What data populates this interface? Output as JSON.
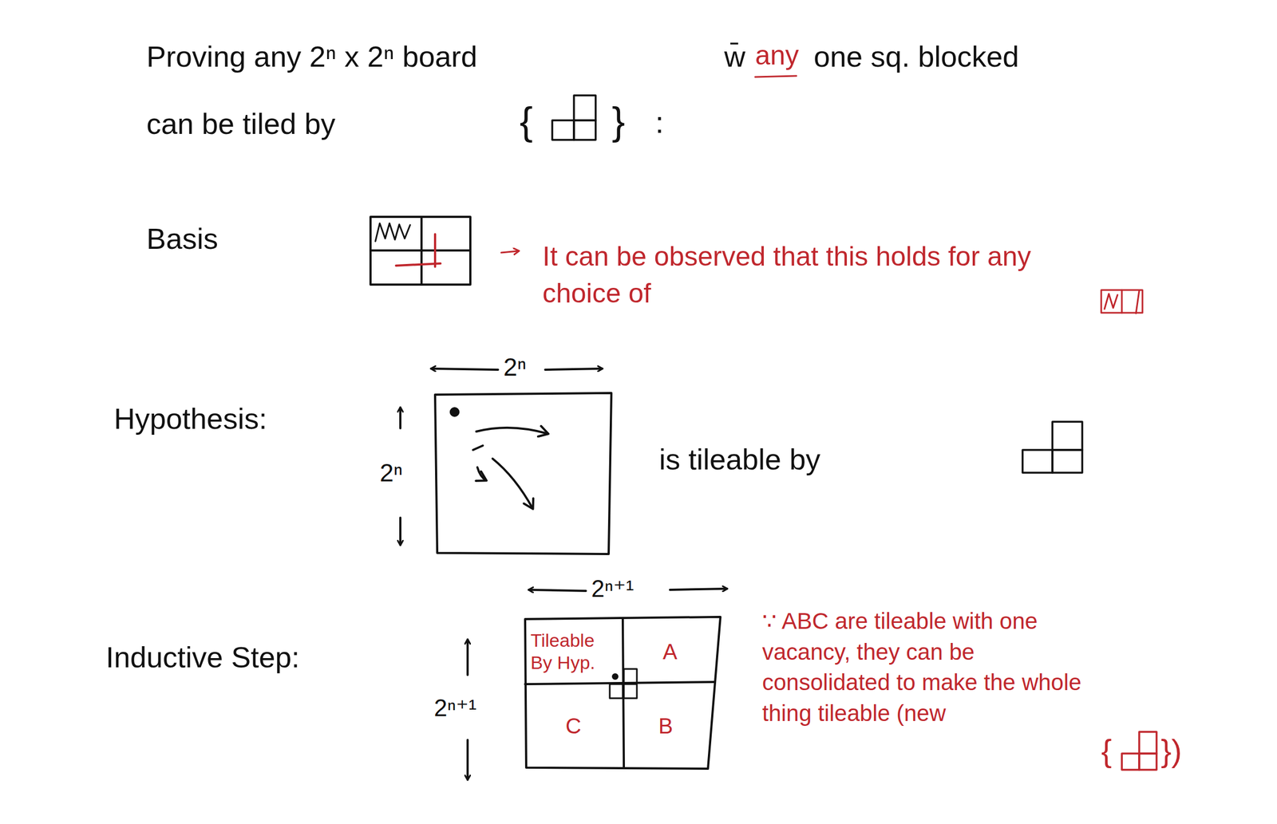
{
  "diagram": {
    "nodes": [
      {
        "text": [
          "Tileable By Hyp."
        ]
      },
      {
        "text": [
          "A"
        ]
      },
      {
        "text": [
          "C"
        ]
      },
      {
        "text": [
          "B"
        ]
      }
    ],
    "labels": [
      "Proving any 2ⁿ x 2ⁿ board",
      "w̄",
      "any",
      "one sq. blocked",
      "can be tiled by",
      "{",
      "}",
      ":",
      "Basis",
      "It can be observed that this holds for any choice of",
      "Hypothesis:",
      "2ⁿ",
      "2ⁿ",
      "is tileable by",
      "Inductive Step:",
      "2ⁿ⁺¹",
      "2ⁿ⁺¹",
      "∵ ABC are tileable with one vacancy, they can be consolidated to make the whole thing tileable (new",
      "{",
      "})"
    ]
  }
}
